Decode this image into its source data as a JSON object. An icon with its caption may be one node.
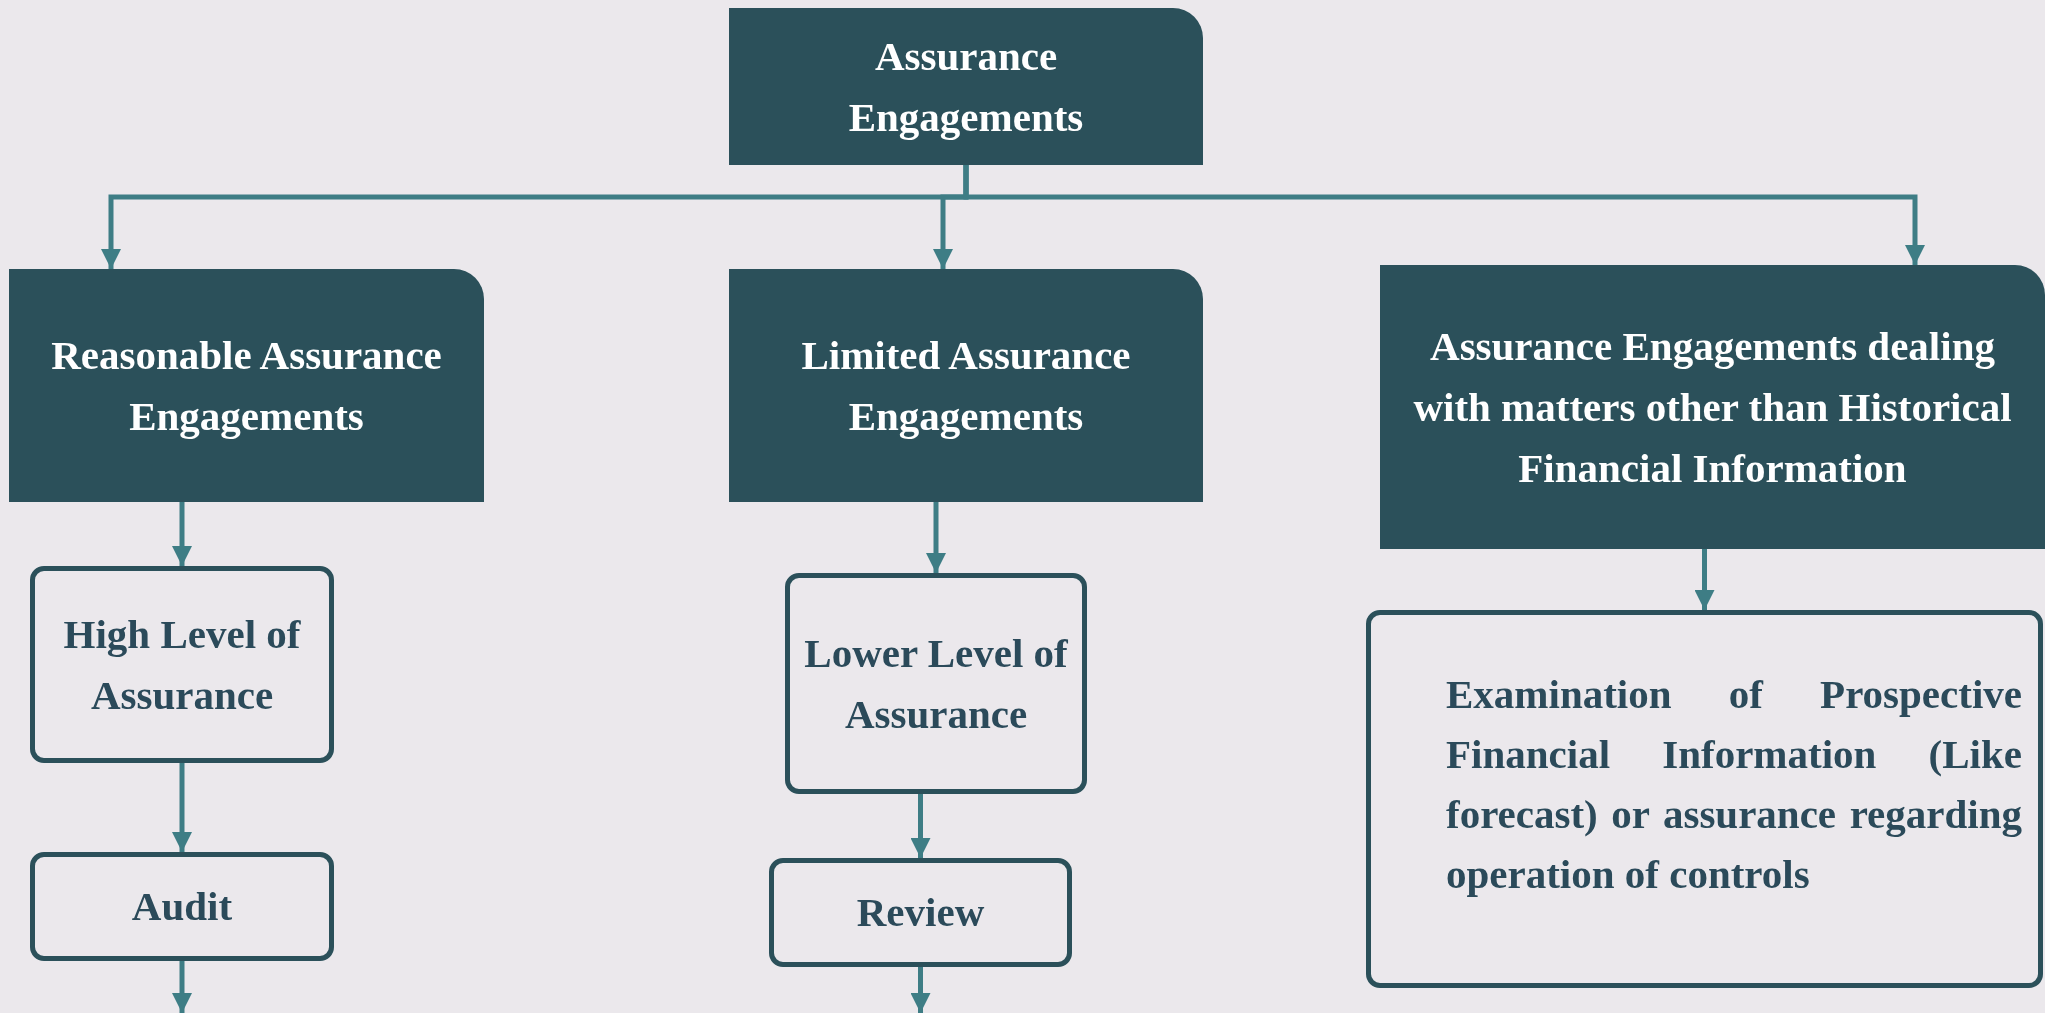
{
  "diagram": {
    "nodes": [
      {
        "text": [
          "Assurance Engagements"
        ]
      },
      {
        "text": [
          "Reasonable Assurance Engagements"
        ]
      },
      {
        "text": [
          "Limited Assurance Engagements"
        ]
      },
      {
        "text": [
          "Assurance Engagements dealing with matters other than Historical Financial Information"
        ]
      },
      {
        "text": [
          "High Level of Assurance"
        ]
      },
      {
        "text": [
          "Audit"
        ]
      },
      {
        "text": [
          "Lower Level of Assurance"
        ]
      },
      {
        "text": [
          "Review"
        ]
      },
      {
        "text": [
          "Examination of Prospective Financial Information (Like forecast) or assurance regarding operation of controls"
        ]
      }
    ],
    "edges": [
      {
        "from": 0,
        "to": 1,
        "arrow": "to"
      },
      {
        "from": 0,
        "to": 2,
        "arrow": "to"
      },
      {
        "from": 0,
        "to": 3,
        "arrow": "to"
      },
      {
        "from": 1,
        "to": 4,
        "arrow": "to"
      },
      {
        "from": 4,
        "to": 5,
        "arrow": "to"
      },
      {
        "from": 5,
        "to": null,
        "arrow": "to"
      },
      {
        "from": 2,
        "to": 6,
        "arrow": "to"
      },
      {
        "from": 6,
        "to": 7,
        "arrow": "to"
      },
      {
        "from": 7,
        "to": null,
        "arrow": "to"
      },
      {
        "from": 3,
        "to": 8,
        "arrow": "to"
      }
    ]
  }
}
